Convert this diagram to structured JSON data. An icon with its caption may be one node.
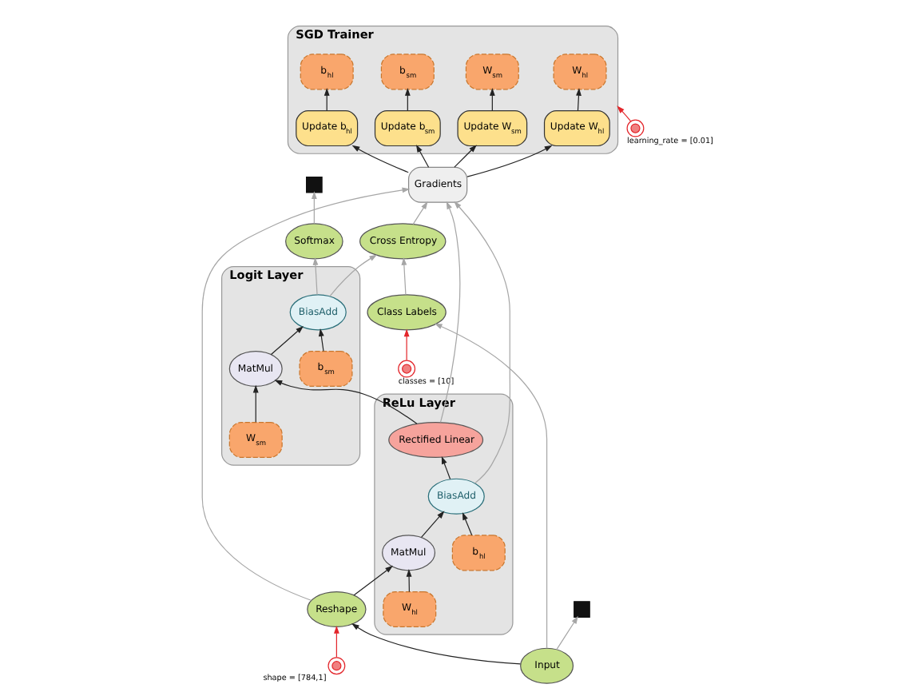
{
  "diagram": {
    "nodes": [
      {
        "text": [
          "SGD Trainer"
        ]
      },
      {
        "text": [
          "W$_{hl}$"
        ],
        "in": 0
      },
      {
        "text": [
          "b$_{hl}$"
        ],
        "in": 0
      },
      {
        "text": [
          "W$_{sm}$"
        ],
        "in": 0
      },
      {
        "text": [
          "b$_{sm}$"
        ],
        "in": 0
      },
      {
        "text": [
          "Update W$_{hl}$"
        ],
        "in": 0
      },
      {
        "text": [
          "Update b$_{hl}$"
        ],
        "in": 0
      },
      {
        "text": [
          "Update W$_{sm}$"
        ],
        "in": 0
      },
      {
        "text": [
          "Update b$_{sm}$"
        ],
        "in": 0
      },
      {
        "text": [],
        "shape": "circle",
        "beside": [
          "learning_rate = [0.01]"
        ]
      },
      {
        "text": [
          "Gradients"
        ]
      },
      {
        "text": [
          "Cross Entropy"
        ]
      },
      {
        "text": [
          "Class Labels"
        ]
      },
      {
        "text": [],
        "shape": "circle",
        "beside": [
          "classes = [10]"
        ]
      },
      {
        "text": [
          "Softmax"
        ]
      },
      {
        "text": [],
        "shape": "box"
      },
      {
        "text": [
          "Logit Layer"
        ]
      },
      {
        "text": [
          "b$_{sm}$"
        ],
        "in": 16
      },
      {
        "text": [
          "W$_{sm}$"
        ],
        "in": 16
      },
      {
        "text": [
          "BiasAdd"
        ],
        "in": 16
      },
      {
        "text": [
          "MatMul"
        ],
        "in": 16
      },
      {
        "text": [
          "ReLu Layer"
        ]
      },
      {
        "text": [
          "Rectified Linear"
        ],
        "in": 21
      },
      {
        "text": [
          "b$_{hl}$"
        ],
        "in": 21
      },
      {
        "text": [
          "W$_{hl}$"
        ],
        "in": 21
      },
      {
        "text": [
          "BiasAdd"
        ],
        "in": 21
      },
      {
        "text": [
          "MatMul"
        ],
        "in": 21
      },
      {
        "text": [],
        "shape": "box"
      },
      {
        "text": [
          "Reshape"
        ]
      },
      {
        "text": [],
        "shape": "circle",
        "beside": [
          "shape = [784,1]"
        ]
      },
      {
        "text": [
          "Input"
        ]
      }
    ],
    "edges": [
      {
        "from": 10,
        "to": 5,
        "arrow": "to"
      },
      {
        "from": 10,
        "to": 6,
        "arrow": "to"
      },
      {
        "from": 10,
        "to": 7,
        "arrow": "to"
      },
      {
        "from": 10,
        "to": 8,
        "arrow": "to"
      },
      {
        "from": 5,
        "to": 1,
        "arrow": "to"
      },
      {
        "from": 6,
        "to": 2,
        "arrow": "to"
      },
      {
        "from": 7,
        "to": 3,
        "arrow": "to"
      },
      {
        "from": 8,
        "to": 4,
        "arrow": "to"
      },
      {
        "from": 9,
        "to": 0,
        "arrow": "to",
        "color": "#e3262b"
      },
      {
        "from": 12,
        "to": 11,
        "arrow": "to",
        "color": "#a6a6a6"
      },
      {
        "from": 11,
        "to": 10,
        "arrow": "to",
        "color": "#a6a6a6"
      },
      {
        "from": 13,
        "to": 12,
        "arrow": "to",
        "color": "#e3262b"
      },
      {
        "from": 19,
        "to": 11,
        "arrow": "to",
        "color": "#a6a6a6"
      },
      {
        "from": 19,
        "to": 14,
        "arrow": "to",
        "color": "#a6a6a6"
      },
      {
        "from": 14,
        "to": 15,
        "arrow": "to",
        "color": "#a6a6a6"
      },
      {
        "from": 17,
        "to": 19,
        "arrow": "to"
      },
      {
        "from": 18,
        "to": 20,
        "arrow": "to"
      },
      {
        "from": 20,
        "to": 19,
        "arrow": "to"
      },
      {
        "from": 22,
        "to": 20,
        "arrow": "to"
      },
      {
        "from": 25,
        "to": 22,
        "arrow": "to"
      },
      {
        "from": 23,
        "to": 25,
        "arrow": "to"
      },
      {
        "from": 24,
        "to": 26,
        "arrow": "to"
      },
      {
        "from": 26,
        "to": 25,
        "arrow": "to"
      },
      {
        "from": 28,
        "to": 26,
        "arrow": "to"
      },
      {
        "from": 29,
        "to": 28,
        "arrow": "to",
        "color": "#e3262b"
      },
      {
        "from": 30,
        "to": 28,
        "arrow": "to"
      },
      {
        "from": 30,
        "to": 27,
        "arrow": "to",
        "color": "#a6a6a6"
      },
      {
        "from": 30,
        "to": 12,
        "arrow": "to",
        "color": "#a6a6a6"
      },
      {
        "from": 22,
        "to": 10,
        "arrow": "to",
        "color": "#a6a6a6"
      },
      {
        "from": 25,
        "to": 10,
        "arrow": "to",
        "color": "#a6a6a6"
      },
      {
        "from": 28,
        "to": 10,
        "arrow": "to",
        "color": "#a6a6a6"
      }
    ]
  }
}
